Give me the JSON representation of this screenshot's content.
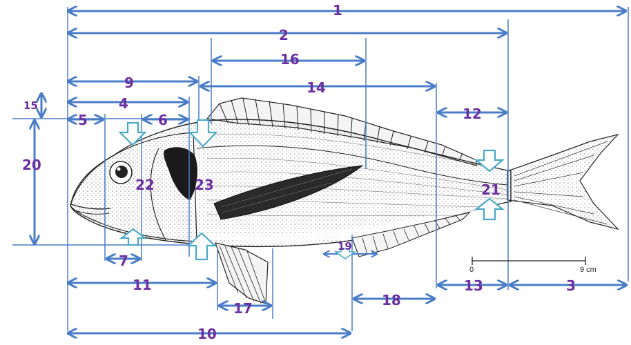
{
  "labels": {
    "m1": "1",
    "m2": "2",
    "m3": "3",
    "m4": "4",
    "m5": "5",
    "m6": "6",
    "m7": "7",
    "m9": "9",
    "m10": "10",
    "m11": "11",
    "m12": "12",
    "m13": "13",
    "m14": "14",
    "m15": "15",
    "m16": "16",
    "m17": "17",
    "m18": "18",
    "m19": "19",
    "m20": "20",
    "m21": "21",
    "m22": "22",
    "m23": "23"
  },
  "scale": {
    "start": "0",
    "end": "9 cm"
  },
  "colors": {
    "arrow": "#4a7cc8",
    "label": "#6a2fa0",
    "fish_ink": "#222222"
  }
}
